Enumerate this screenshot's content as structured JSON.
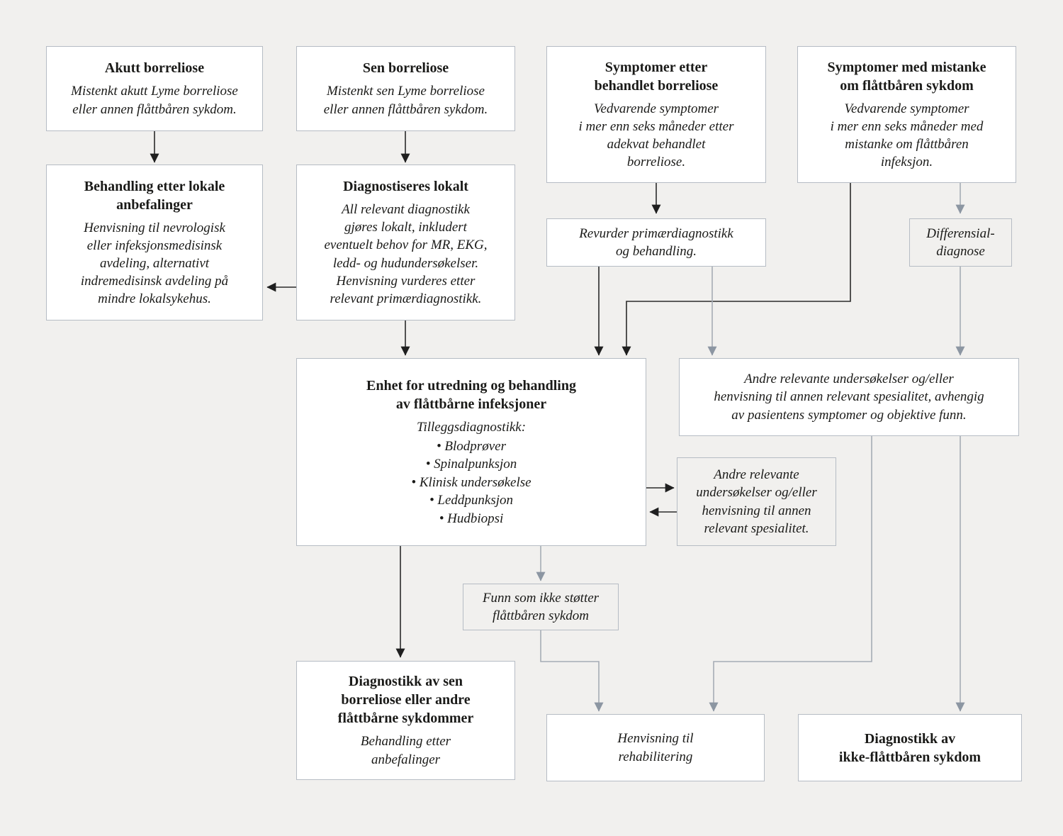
{
  "diagram": {
    "language": "Norwegian",
    "type": "clinical-flowchart"
  },
  "colors": {
    "background": "#f1f0ee",
    "box_fill_white": "#ffffff",
    "box_fill_tinted": "#f1f0ee",
    "box_border": "#b6bcc4",
    "line_black": "#2a2a2a",
    "arrowhead_black": "#1f1f1f",
    "line_gray": "#a6acb5",
    "arrowhead_gray": "#8c96a2",
    "text": "#1a1a18"
  },
  "boxes": {
    "akutt": {
      "title": "Akutt borreliose",
      "body": "Mistenkt akutt Lyme borreliose\neller annen flåttbåren sykdom."
    },
    "sen": {
      "title": "Sen borreliose",
      "body": "Mistenkt sen Lyme borreliose\neller annen flåttbåren sykdom."
    },
    "symptomer_etter": {
      "title": "Symptomer etter\nbehandlet borreliose",
      "body": "Vedvarende symptomer\ni mer enn seks måneder etter\nadekvat behandlet\nborreliose."
    },
    "symptomer_mistanke": {
      "title": "Symptomer med mistanke\nom flåttbåren sykdom",
      "body": "Vedvarende symptomer\ni mer enn seks måneder med\nmistanke om flåttbåren\ninfeksjon."
    },
    "behandling_lokale": {
      "title": "Behandling etter lokale\nanbefalinger",
      "body": "Henvisning til nevrologisk\neller infeksjonsmedisinsk\navdeling, alternativt\nindremedisinsk avdeling på\nmindre lokalsykehus."
    },
    "diagnostiseres": {
      "title": "Diagnostiseres lokalt",
      "body": "All relevant diagnostikk\ngjøres lokalt, inkludert\neventuelt behov for MR, EKG,\nledd- og hudundersøkelser.\nHenvisning vurderes etter\nrelevant primærdiagnostikk."
    },
    "revurder": {
      "body": "Revurder primærdiagnostikk\nog behandling."
    },
    "differensial": {
      "body": "Differensial-\ndiagnose"
    },
    "enhet": {
      "title": "Enhet for utredning og behandling\nav flåttbårne infeksjoner",
      "subtitle": "Tilleggsdiagnostikk:",
      "bullets": [
        "Blodprøver",
        "Spinalpunksjon",
        "Klinisk undersøkelse",
        "Leddpunksjon",
        "Hudbiopsi"
      ]
    },
    "andre_relevante_wide": {
      "body": "Andre relevante undersøkelser og/eller\nhenvisning til annen relevant spesialitet, avhengig\nav pasientens symptomer og objektive funn."
    },
    "andre_relevante_small": {
      "body": "Andre relevante\nundersøkelser og/eller\nhenvisning til annen\nrelevant spesialitet."
    },
    "funn": {
      "body": "Funn som ikke støtter\nflåttbåren sykdom"
    },
    "diagnostikk_sen": {
      "title": "Diagnostikk av sen\nborreliose eller andre\nflåttbårne sykdommer",
      "body": "Behandling etter\nanbefalinger"
    },
    "rehabilitering": {
      "body": "Henvisning til\nrehabilitering"
    },
    "diagnostikk_ikke": {
      "title": "Diagnostikk av\nikke-flåttbåren sykdom"
    }
  },
  "edges": [
    {
      "from": "akutt",
      "to": "behandling_lokale",
      "style": "black"
    },
    {
      "from": "sen",
      "to": "diagnostiseres",
      "style": "black"
    },
    {
      "from": "symptomer_etter",
      "to": "revurder",
      "style": "black"
    },
    {
      "from": "symptomer_mistanke",
      "to": "enhet",
      "style": "black"
    },
    {
      "from": "symptomer_mistanke",
      "to": "differensial",
      "style": "gray"
    },
    {
      "from": "diagnostiseres",
      "to": "behandling_lokale",
      "style": "black"
    },
    {
      "from": "diagnostiseres",
      "to": "enhet",
      "style": "black"
    },
    {
      "from": "revurder",
      "to": "enhet",
      "style": "black"
    },
    {
      "from": "revurder",
      "to": "andre_relevante_wide",
      "style": "gray"
    },
    {
      "from": "differensial",
      "to": "andre_relevante_wide",
      "style": "gray"
    },
    {
      "from": "enhet",
      "to": "andre_relevante_small",
      "style": "black"
    },
    {
      "from": "andre_relevante_small",
      "to": "enhet",
      "style": "black"
    },
    {
      "from": "enhet",
      "to": "diagnostikk_sen",
      "style": "black"
    },
    {
      "from": "enhet",
      "to": "funn",
      "style": "gray"
    },
    {
      "from": "funn",
      "to": "rehabilitering",
      "style": "gray"
    },
    {
      "from": "andre_relevante_wide",
      "to": "rehabilitering",
      "style": "gray"
    },
    {
      "from": "andre_relevante_wide",
      "to": "diagnostikk_ikke",
      "style": "gray"
    }
  ]
}
